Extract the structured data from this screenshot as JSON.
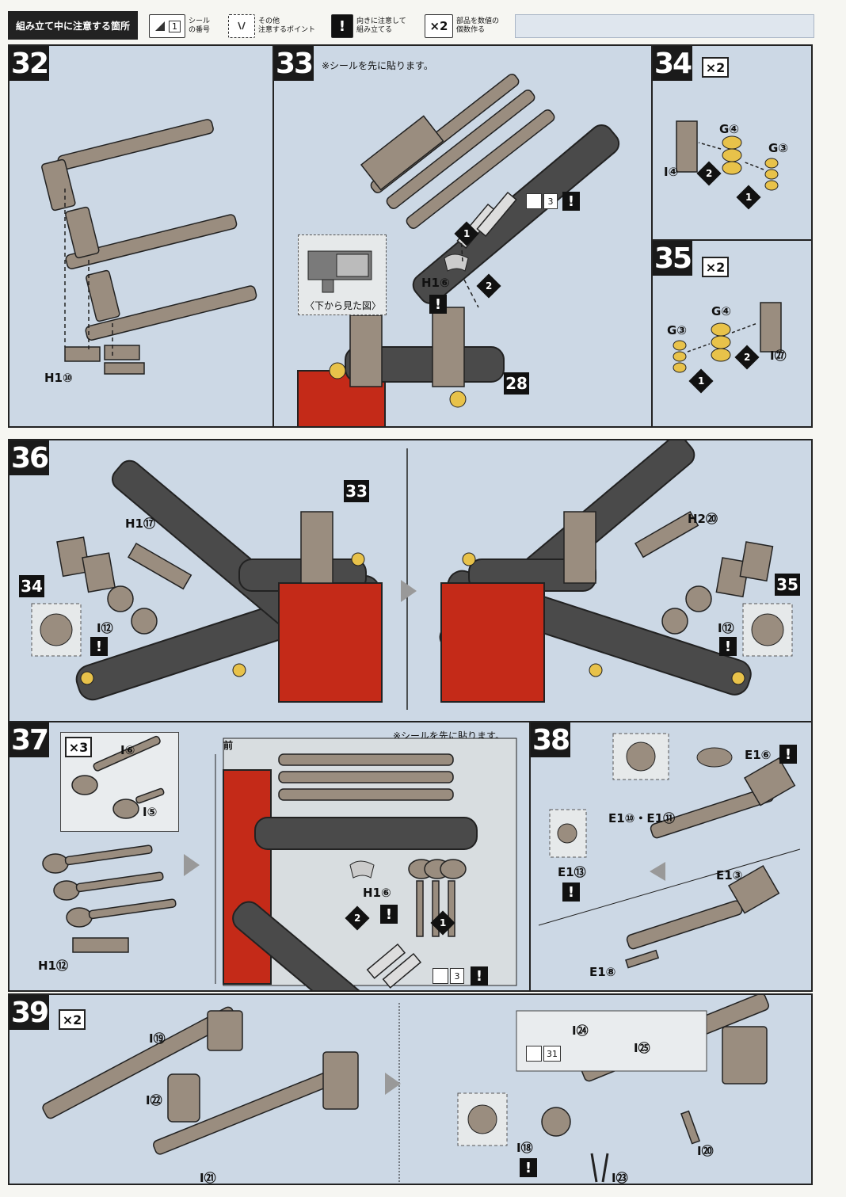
{
  "legend": {
    "title": "組み立て中に注意する箇所",
    "items": [
      {
        "icon": "sticker-icon",
        "box": "1",
        "text": "シール\nの番号"
      },
      {
        "icon": "caution-mark-icon",
        "box": "",
        "text": "その他\n注意するポイント"
      },
      {
        "icon": "exclamation-icon",
        "box": "!",
        "text": "向きに注意して\n組み立てる"
      },
      {
        "icon": "multiply-icon",
        "box": "×2",
        "text": "部品を数値の\n個数作る"
      }
    ]
  },
  "steps": {
    "s32": {
      "num": "32",
      "part": "H1⑩"
    },
    "s33": {
      "num": "33",
      "note": "※シールを先に貼ります。",
      "view_caption": "〈下から見た図〉",
      "part": "H1⑥",
      "sticker": "3",
      "ref": "28",
      "dot1": "1",
      "dot2": "2",
      "excl": "!"
    },
    "s34": {
      "num": "34",
      "mult": "×2",
      "p1": "G④",
      "p2": "G③",
      "p3": "I④",
      "dot1": "1",
      "dot2": "2"
    },
    "s35": {
      "num": "35",
      "mult": "×2",
      "p1": "G④",
      "p2": "G③",
      "p3": "I㉗",
      "dot1": "1",
      "dot2": "2"
    },
    "s36": {
      "num": "36",
      "ref_left": "33",
      "ref_a": "34",
      "ref_b": "35",
      "part_left": "H1⑰",
      "part_right": "H2⑳",
      "part_i_left": "I⑫",
      "part_i_right": "I⑫",
      "excl": "!"
    },
    "s37": {
      "num": "37",
      "mult": "×3",
      "note": "※シールを先に貼ります。",
      "front": "前",
      "p1": "I⑥",
      "p2": "I⑤",
      "p3": "H1⑫",
      "p4": "H1⑥",
      "sticker": "3",
      "dot1": "1",
      "dot2": "2",
      "excl": "!"
    },
    "s38": {
      "num": "38",
      "p1": "E1⑥",
      "p2": "E1⑩・E1⑪",
      "p3": "E1⑬",
      "p4": "E1③",
      "p5": "E1⑧",
      "excl": "!"
    },
    "s39": {
      "num": "39",
      "mult": "×2",
      "p1": "I⑲",
      "p2": "I㉒",
      "p3": "I㉑",
      "p4": "I㉔",
      "p5": "I㉕",
      "sticker": "31",
      "p6": "I⑱",
      "p7": "I㉓",
      "p8": "I⑳",
      "excl": "!"
    }
  },
  "colors": {
    "panel": "#ccd8e5",
    "part_tan": "#9a8d7f",
    "part_dark": "#4a4a4a",
    "mech_red": "#c42a18",
    "yellow": "#e8c24a"
  }
}
